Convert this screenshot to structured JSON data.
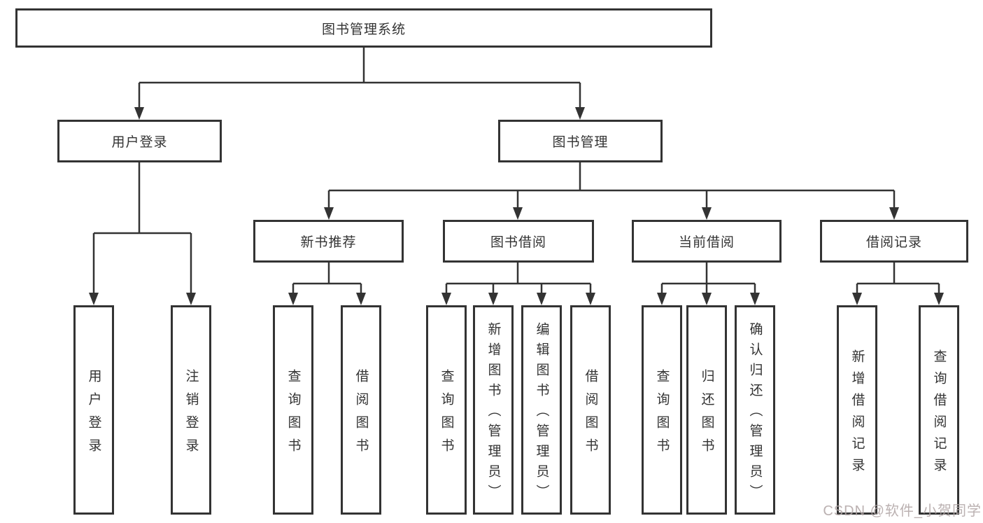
{
  "tree": {
    "label": "图书管理系统",
    "children": [
      {
        "label": "用户登录",
        "children": [
          {
            "label": "用户登录"
          },
          {
            "label": "注销登录"
          }
        ]
      },
      {
        "label": "图书管理",
        "children": [
          {
            "label": "新书推荐",
            "children": [
              {
                "label": "查询图书"
              },
              {
                "label": "借阅图书"
              }
            ]
          },
          {
            "label": "图书借阅",
            "children": [
              {
                "label": "查询图书"
              },
              {
                "label": "新增图书（管理员）"
              },
              {
                "label": "编辑图书（管理员）"
              },
              {
                "label": "借阅图书"
              }
            ]
          },
          {
            "label": "当前借阅",
            "children": [
              {
                "label": "查询图书"
              },
              {
                "label": "归还图书"
              },
              {
                "label": "确认归还（管理员）"
              }
            ]
          },
          {
            "label": "借阅记录",
            "children": [
              {
                "label": "新增借阅记录"
              },
              {
                "label": "查询借阅记录"
              }
            ]
          }
        ]
      }
    ]
  },
  "watermark": {
    "text": "CSDN @软件_小贺同学",
    "color": "#b2a6a6"
  },
  "colors": {
    "line": "#333333",
    "box_border": "#333333",
    "text": "#333333",
    "background": "#ffffff"
  }
}
